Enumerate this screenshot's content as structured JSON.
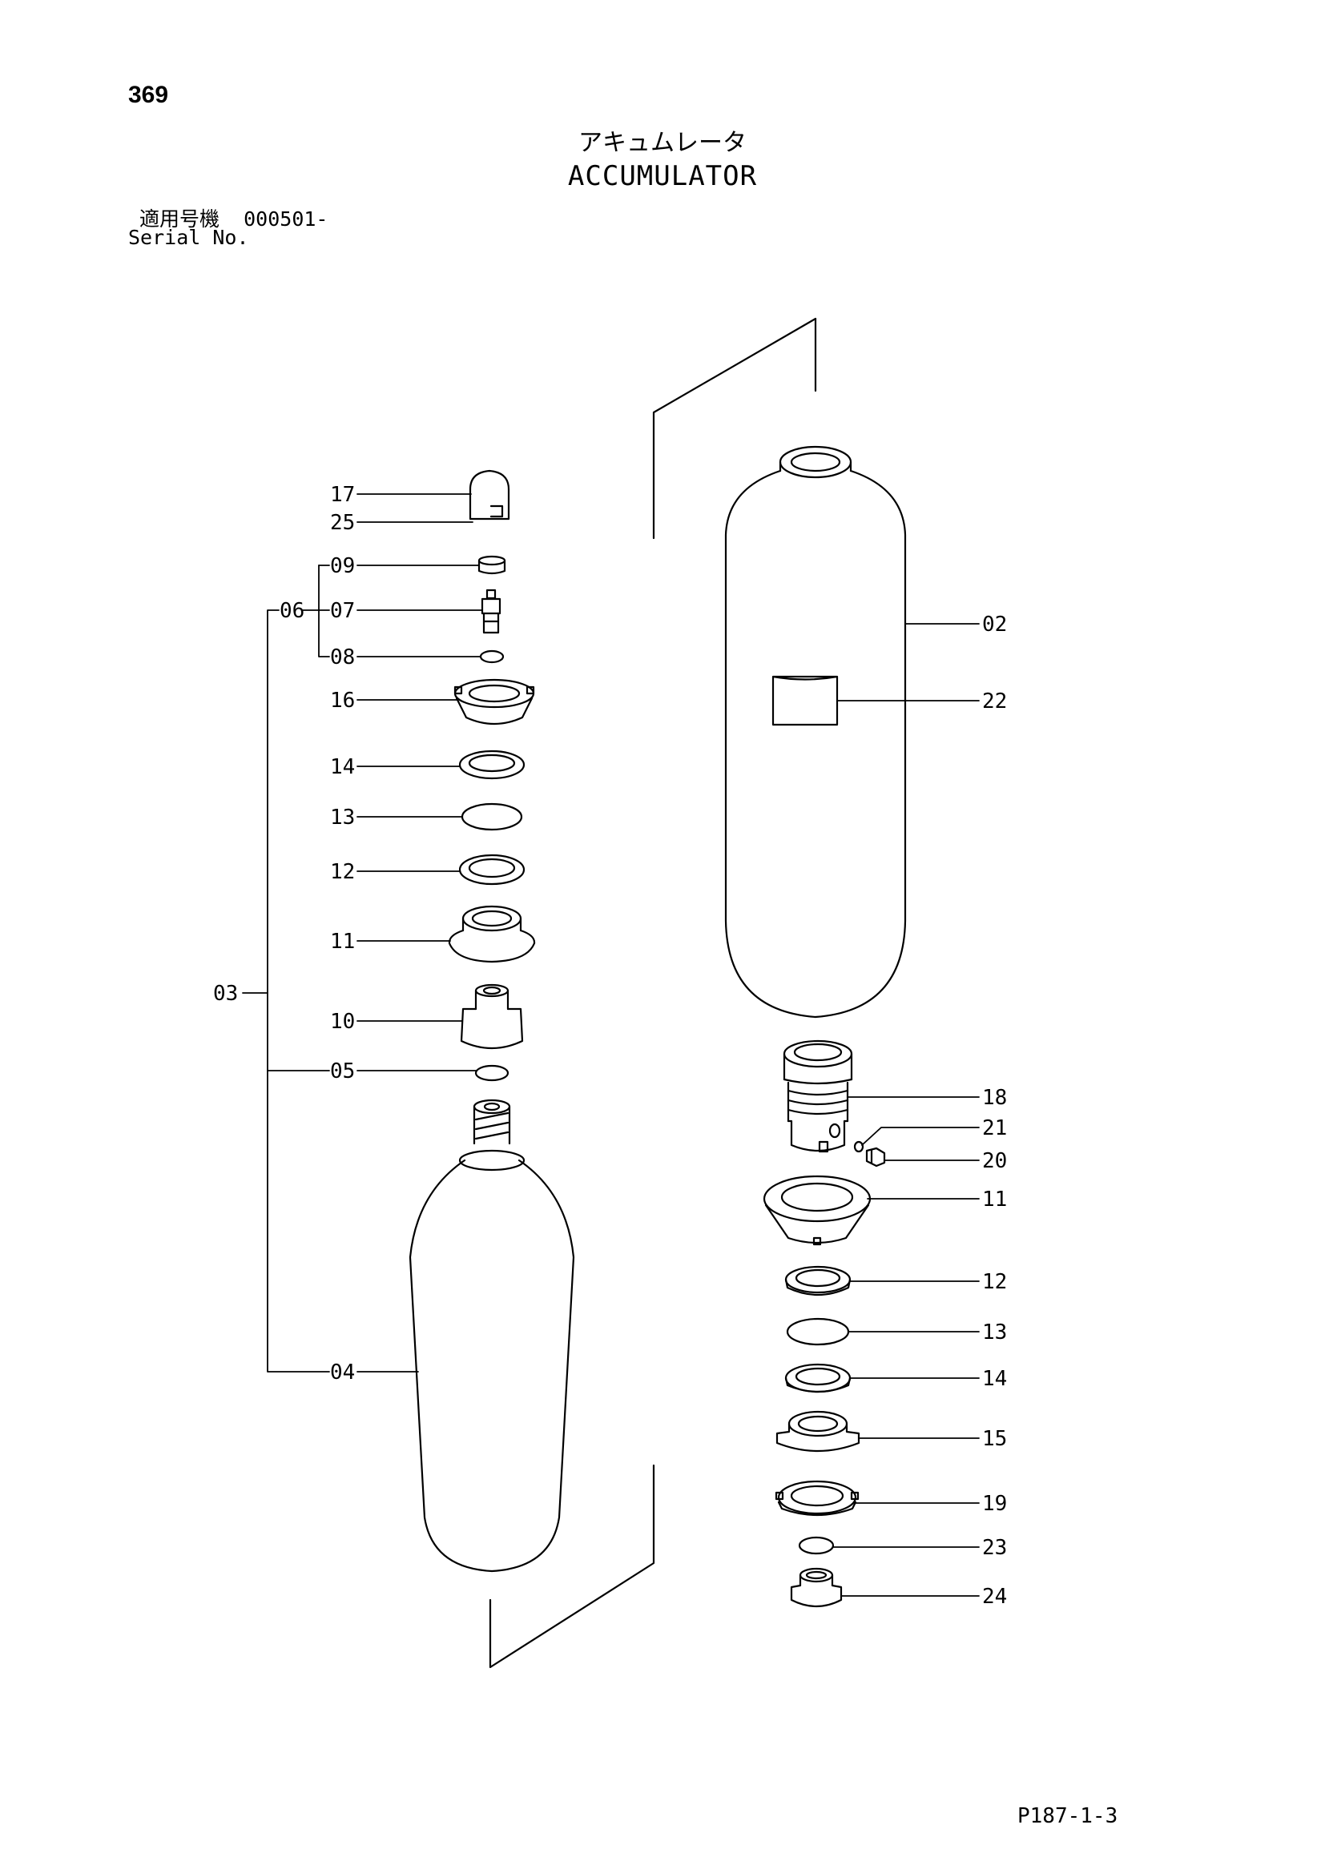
{
  "header": {
    "page_number": "369",
    "title_jp": "アキュムレータ",
    "title_en": "ACCUMULATOR",
    "serial_label_jp": "適用号機",
    "serial_value": "000501-",
    "serial_label_en": "Serial No."
  },
  "footer": {
    "page_code": "P187-1-3"
  },
  "callouts": {
    "left": [
      "17",
      "25",
      "09",
      "07",
      "08",
      "06",
      "16",
      "14",
      "13",
      "12",
      "11",
      "03",
      "10",
      "05",
      "04"
    ],
    "right": [
      "02",
      "22",
      "18",
      "21",
      "20",
      "11",
      "12",
      "13",
      "14",
      "15",
      "19",
      "23",
      "24"
    ]
  }
}
